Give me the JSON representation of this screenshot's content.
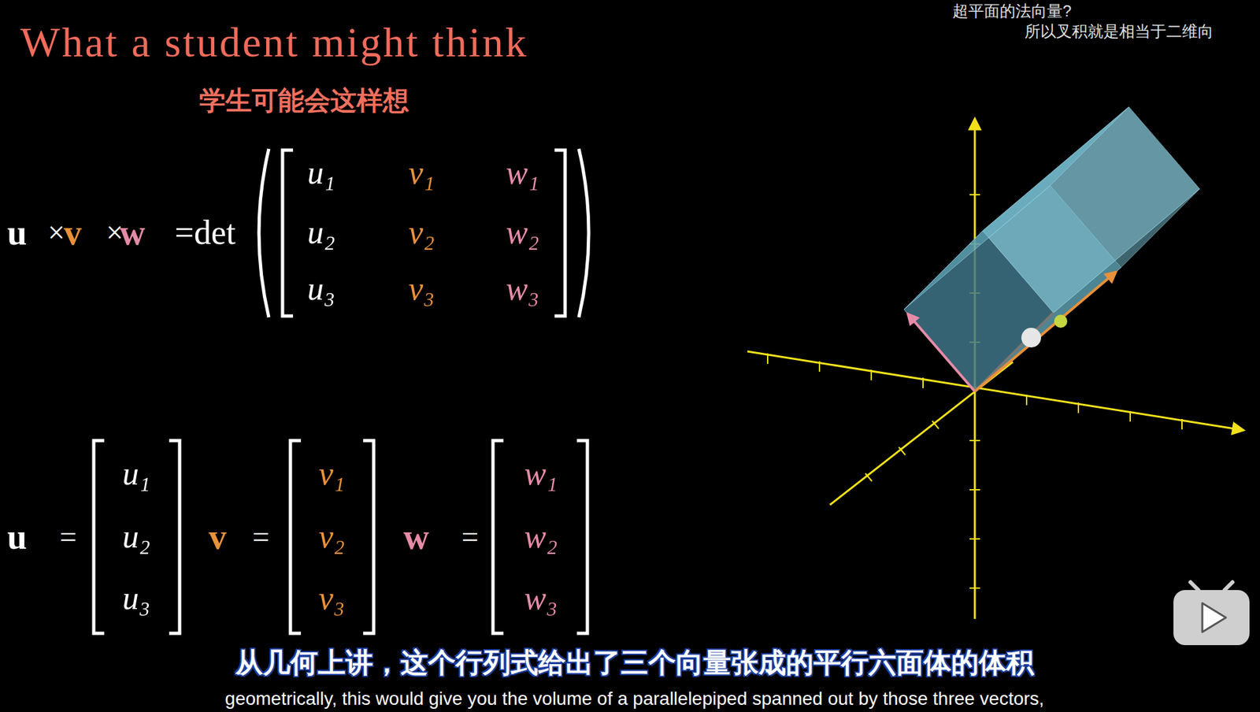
{
  "diagram": {
    "title": "What a student might think",
    "labels": [
      "学生可能会这样想",
      "u⃗",
      "×",
      "v⃗",
      "×",
      "w⃗",
      "=det",
      "u₁",
      "v₁",
      "w₁",
      "u₂",
      "v₂",
      "w₂",
      "u₃",
      "v₃",
      "w₃",
      "u⃗",
      "=",
      "u₁",
      "u₂",
      "u₃",
      "v⃗",
      "=",
      "v₁",
      "v₂",
      "v₃",
      "w⃗",
      "=",
      "w₁",
      "w₂",
      "w₃",
      "从几何上讲，这个行列式给出了三个向量张成的平行六面体的体积",
      "geometrically, this would give you the volume of a parallelepiped spanned out by those three vectors,",
      "超平面的法向量?",
      "所以叉积就是相当于二维向"
    ]
  }
}
